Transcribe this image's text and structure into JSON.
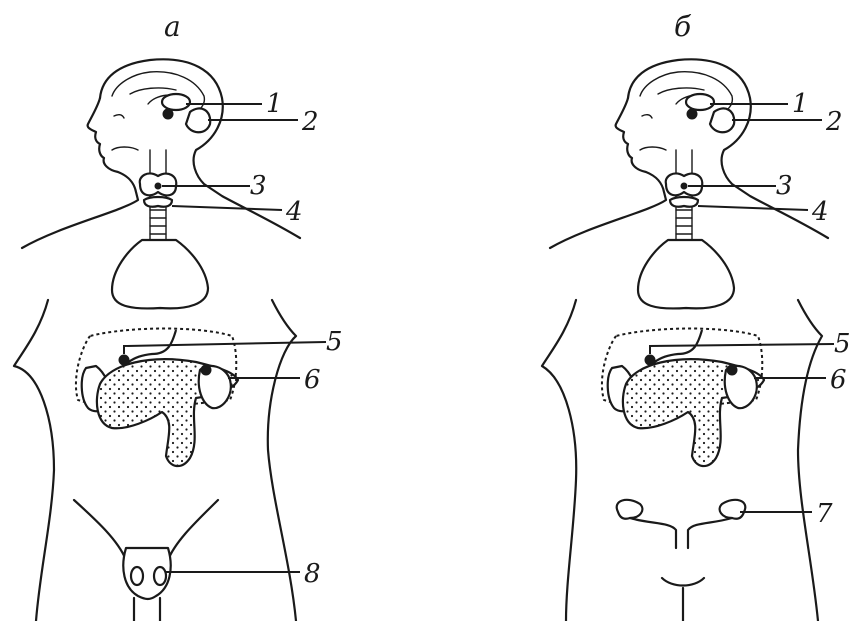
{
  "panels": [
    {
      "title": "а",
      "labels": [
        "1",
        "2",
        "3",
        "4",
        "5",
        "6",
        "8"
      ]
    },
    {
      "title": "б",
      "labels": [
        "1",
        "2",
        "3",
        "4",
        "5",
        "6",
        "7"
      ]
    }
  ]
}
